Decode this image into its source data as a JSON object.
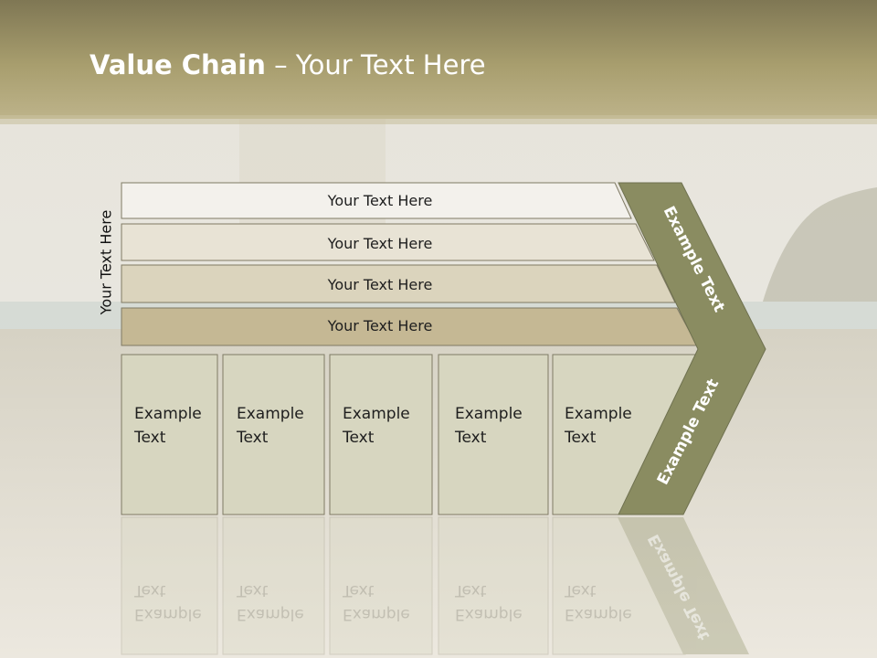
{
  "slide": {
    "title_bold": "Value Chain",
    "title_rest": " – Your Text Here",
    "side_label": "Your Text Here"
  },
  "rows": [
    {
      "label": "Your Text Here",
      "fill": "#f3f1ec"
    },
    {
      "label": "Your Text Here",
      "fill": "#e8e3d5"
    },
    {
      "label": "Your Text Here",
      "fill": "#dbd4bd"
    },
    {
      "label": "Your Text Here",
      "fill": "#c5b894"
    }
  ],
  "boxes": [
    {
      "label": "Example\nText"
    },
    {
      "label": "Example\nText"
    },
    {
      "label": "Example\nText"
    },
    {
      "label": "Example\nText"
    },
    {
      "label": "Example\nText"
    }
  ],
  "chevron": {
    "upper_text": "Example Text",
    "lower_text": "Example Text",
    "color": "#8a8c61"
  },
  "colors": {
    "header_band": "#a89e6e",
    "box_fill": "#d7d6c0",
    "outline": "#7f7a64"
  }
}
